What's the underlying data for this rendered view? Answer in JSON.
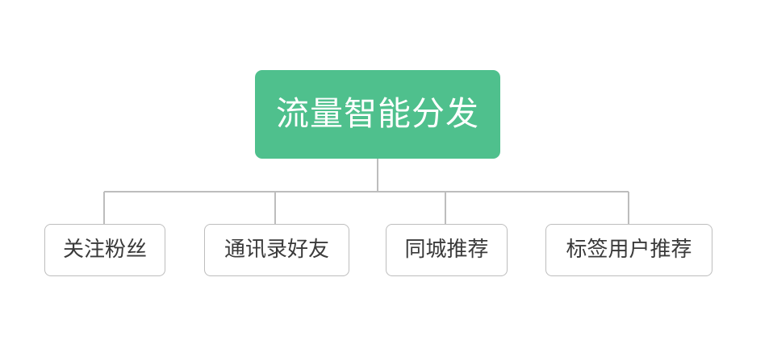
{
  "diagram": {
    "type": "tree",
    "orientation": "top-down",
    "background_color": "#ffffff",
    "connector_color": "#bdbdbd",
    "root": {
      "label": "流量智能分发",
      "fill_color": "#4fc08d",
      "text_color": "#ffffff"
    },
    "children": [
      {
        "label": "关注粉丝",
        "border_color": "#bdbdbd",
        "text_color": "#3a3a3a"
      },
      {
        "label": "通讯录好友",
        "border_color": "#bdbdbd",
        "text_color": "#3a3a3a"
      },
      {
        "label": "同城推荐",
        "border_color": "#bdbdbd",
        "text_color": "#3a3a3a"
      },
      {
        "label": "标签用户推荐",
        "border_color": "#bdbdbd",
        "text_color": "#3a3a3a"
      }
    ]
  }
}
